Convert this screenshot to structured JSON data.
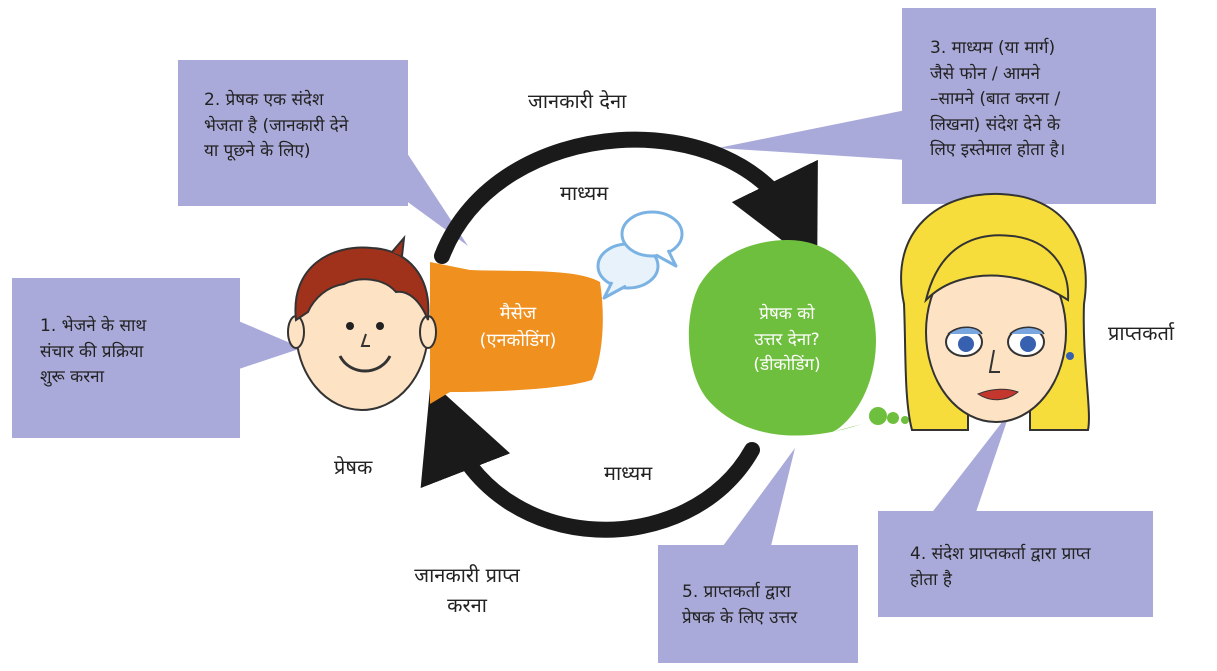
{
  "colors": {
    "callout_fill": "#a9aad9",
    "encoding_bubble": "#f0901f",
    "decoding_bubble": "#6fbf3e",
    "arrow": "#1a1a1a",
    "chat_icon": "#7ab3e3"
  },
  "callouts": {
    "step1": [
      "1. भेजने के साथ",
      "संचार की प्रक्रिया",
      "शुरू करना"
    ],
    "step2": [
      "2. प्रेषक एक संदेश",
      "भेजता है (जानकारी देने",
      "या पूछने के लिए)"
    ],
    "step3": [
      "3. माध्यम (या मार्ग)",
      "जैसे फोन / आमने",
      "–सामने (बात करना /",
      "लिखना) संदेश देने के",
      "लिए इस्तेमाल होता है।"
    ],
    "step4": [
      "4. संदेश प्राप्तकर्ता द्वारा प्राप्त",
      "होता है"
    ],
    "step5": [
      "5. प्राप्तकर्ता द्वारा",
      "प्रेषक के लिए उत्तर"
    ]
  },
  "labels": {
    "give_info": "जानकारी देना",
    "medium_top": "माध्यम",
    "medium_bottom": "माध्यम",
    "receive_info": [
      "जानकारी प्राप्त",
      "करना"
    ],
    "sender": "प्रेषक",
    "receiver": "प्राप्तकर्ता"
  },
  "bubbles": {
    "encoding": [
      "मैसेज",
      "(एनकोडिंग)"
    ],
    "decoding": [
      "प्रेषक को",
      "उत्तर देना?",
      "(डीकोडिंग)"
    ]
  },
  "icons": {
    "sender_face": "boy-face-icon",
    "receiver_face": "girl-face-icon",
    "medium": "chat-bubbles-icon"
  }
}
